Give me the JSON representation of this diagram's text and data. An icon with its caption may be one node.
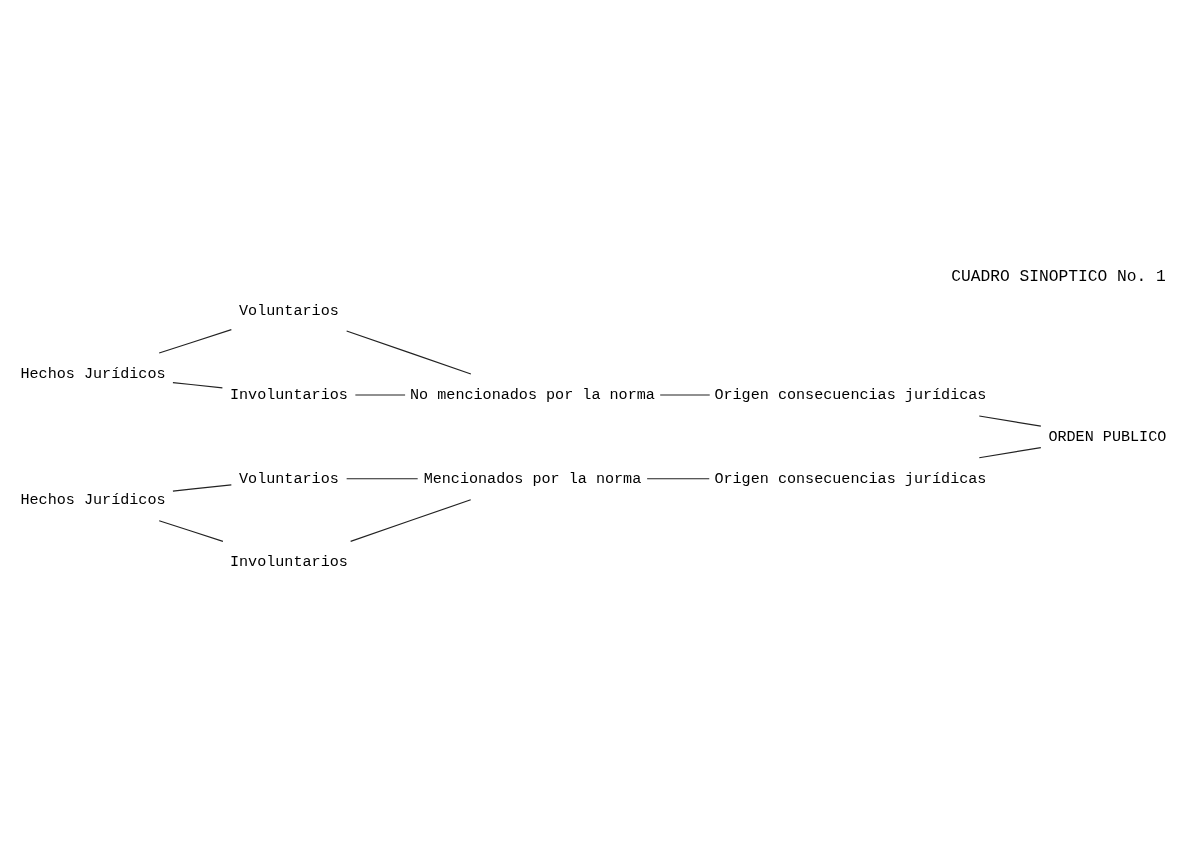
{
  "diagram": {
    "title": "CUADRO SINOPTICO No. 1",
    "nodes": [
      {
        "text": [
          "Hechos Jurídicos"
        ]
      },
      {
        "text": [
          "Voluntarios"
        ]
      },
      {
        "text": [
          "Involuntarios"
        ]
      },
      {
        "text": [
          "No mencionados por la norma"
        ]
      },
      {
        "text": [
          "Origen consecuencias jurídicas"
        ]
      },
      {
        "text": [
          "ORDEN PUBLICO"
        ]
      },
      {
        "text": [
          "Hechos Jurídicos"
        ]
      },
      {
        "text": [
          "Voluntarios"
        ]
      },
      {
        "text": [
          "Involuntarios"
        ]
      },
      {
        "text": [
          "Mencionados por la norma"
        ]
      },
      {
        "text": [
          "Origen consecuencias jurídicas"
        ]
      }
    ],
    "edges": [
      {
        "from": 0,
        "to": 1,
        "arrow": "none"
      },
      {
        "from": 0,
        "to": 2,
        "arrow": "none"
      },
      {
        "from": 1,
        "to": 3,
        "arrow": "none"
      },
      {
        "from": 2,
        "to": 3,
        "arrow": "none"
      },
      {
        "from": 3,
        "to": 4,
        "arrow": "none"
      },
      {
        "from": 4,
        "to": 5,
        "arrow": "none"
      },
      {
        "from": 6,
        "to": 7,
        "arrow": "none"
      },
      {
        "from": 6,
        "to": 8,
        "arrow": "none"
      },
      {
        "from": 7,
        "to": 9,
        "arrow": "none"
      },
      {
        "from": 8,
        "to": 9,
        "arrow": "none"
      },
      {
        "from": 9,
        "to": 10,
        "arrow": "none"
      },
      {
        "from": 10,
        "to": 5,
        "arrow": "none"
      }
    ]
  }
}
